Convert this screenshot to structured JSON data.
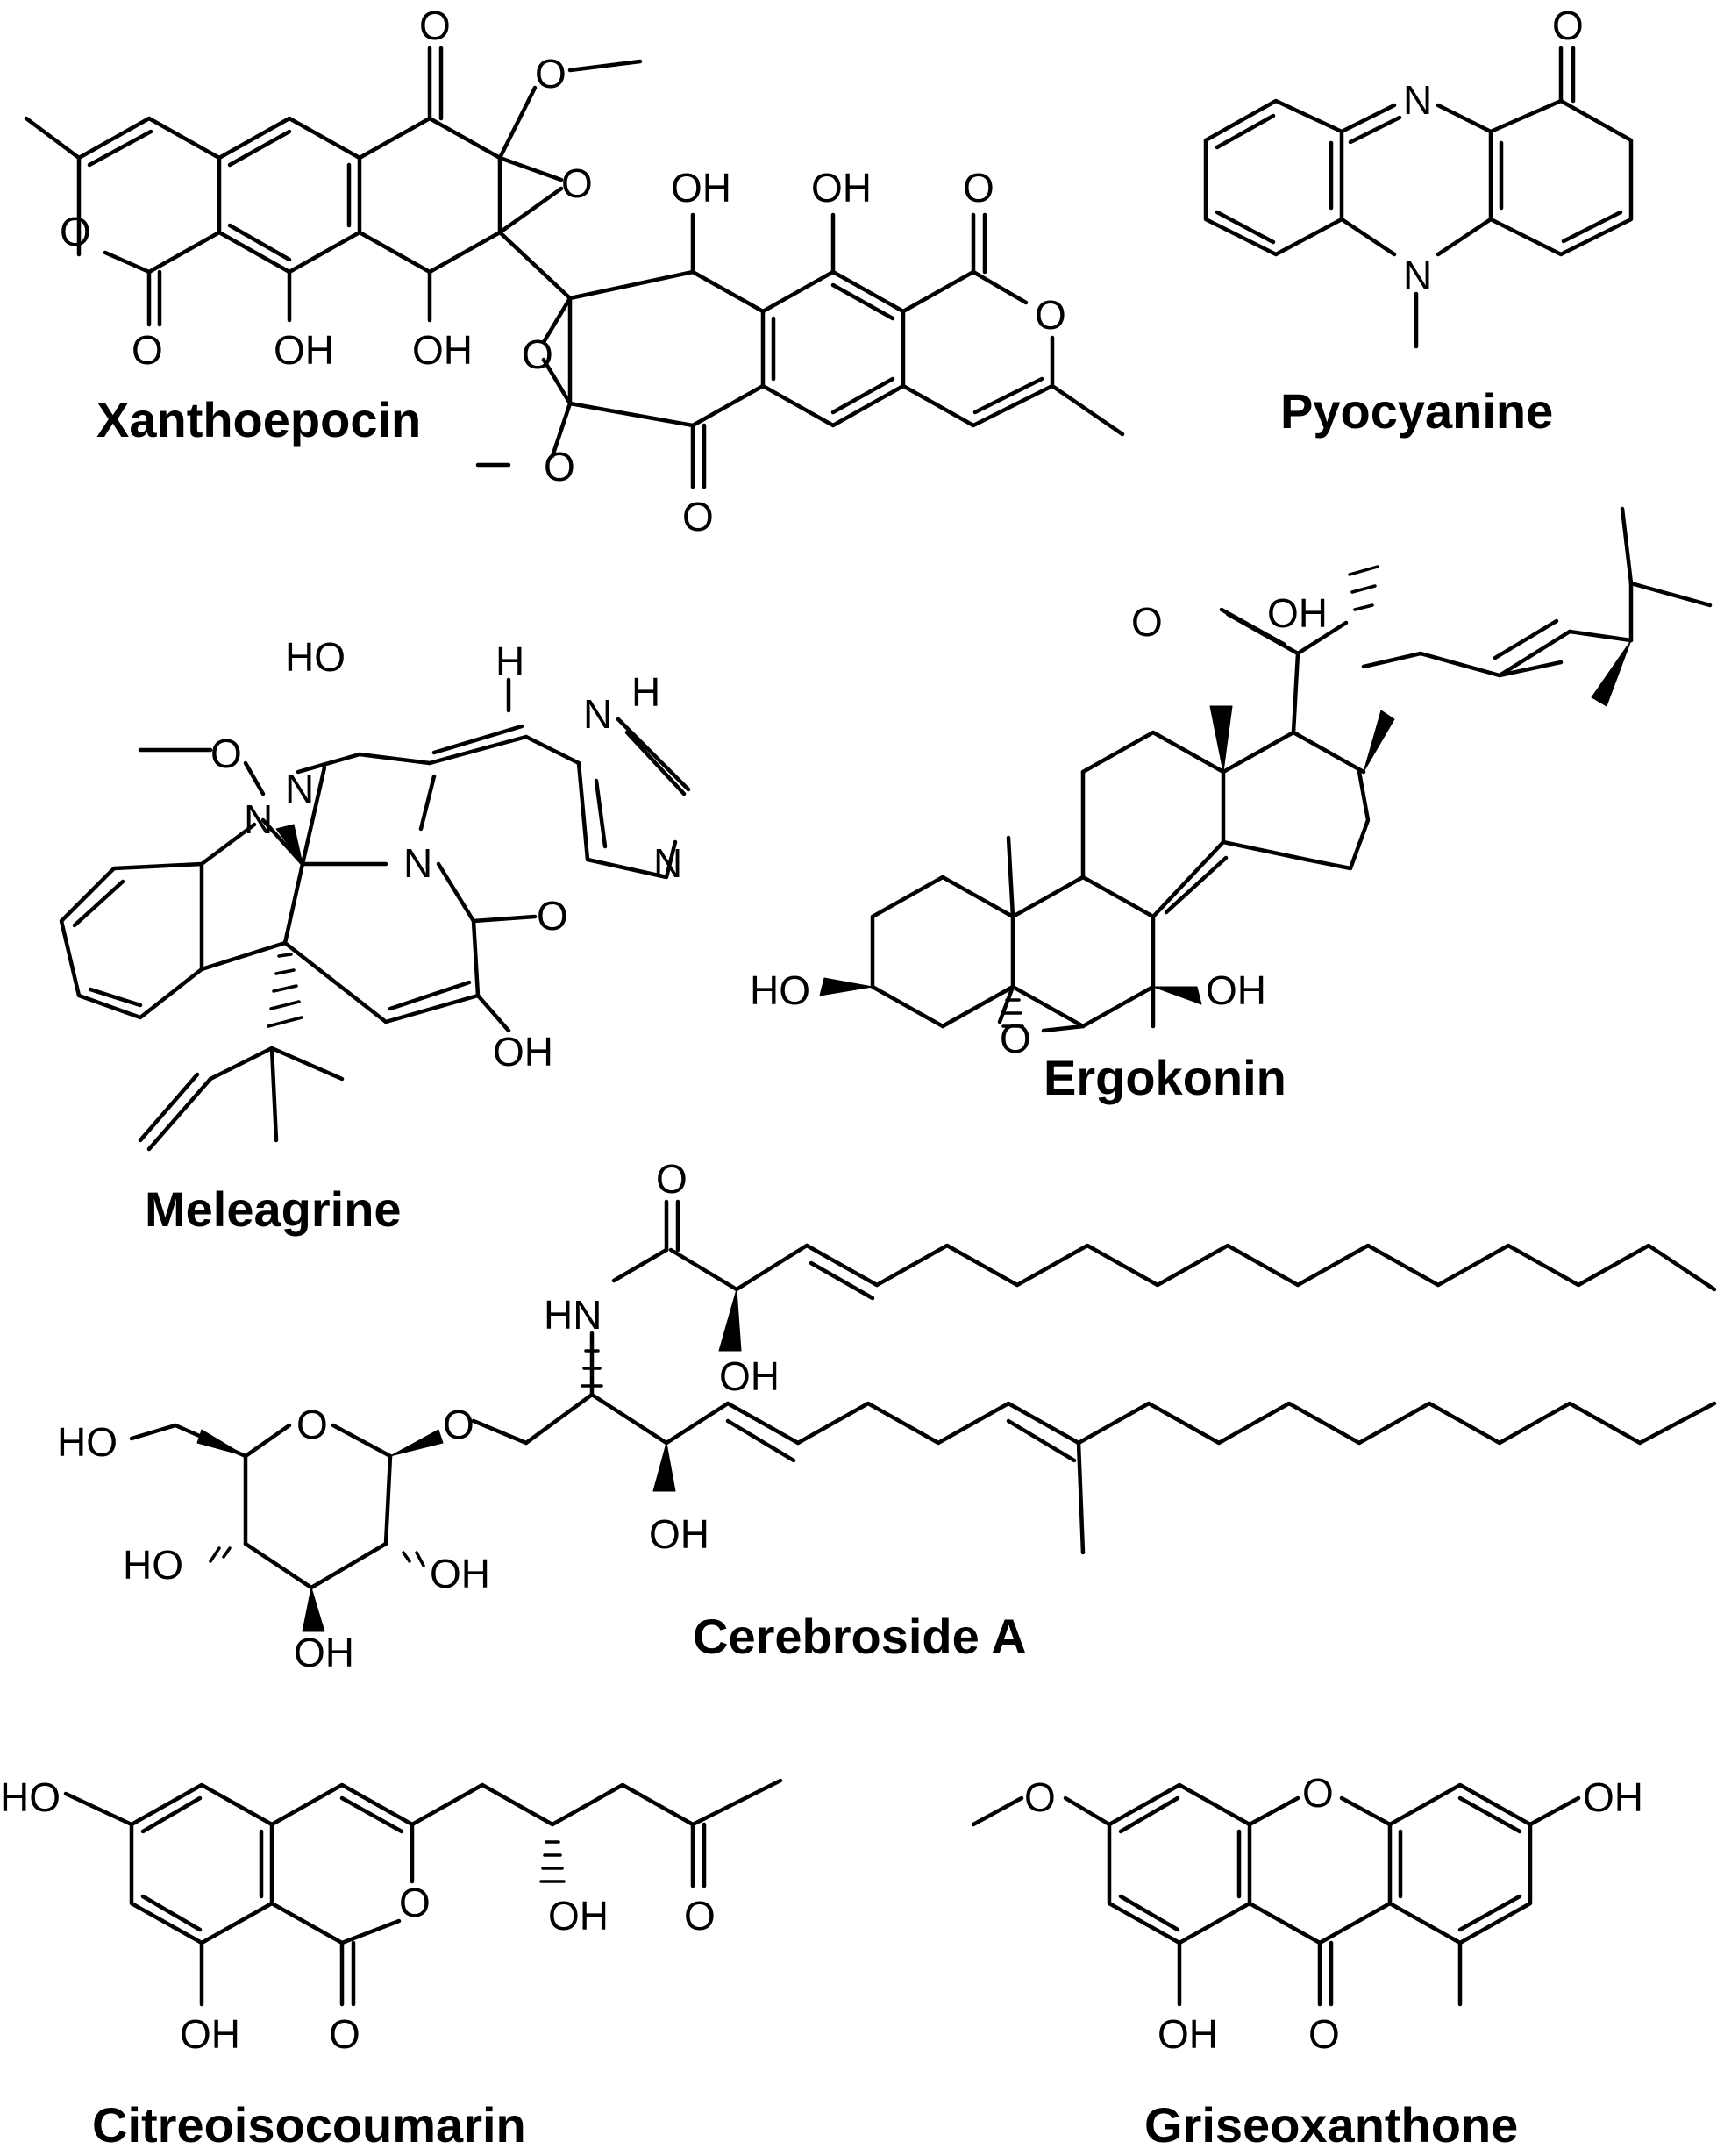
{
  "compounds": {
    "xanthoepocin": {
      "name": "Xanthoepocin"
    },
    "pyocyanine": {
      "name": "Pyocyanine"
    },
    "meleagrine": {
      "name": "Meleagrine"
    },
    "ergokonin": {
      "name": "Ergokonin"
    },
    "cerebroside_a": {
      "name": "Cerebroside A"
    },
    "citreoisocoumarin": {
      "name": "Citreoisocoumarin"
    },
    "griseoxanthone": {
      "name": "Griseoxanthone"
    }
  },
  "atoms": {
    "O": "O",
    "N": "N",
    "H": "H",
    "OH": "OH",
    "HO": "HO",
    "HN": "HN"
  }
}
